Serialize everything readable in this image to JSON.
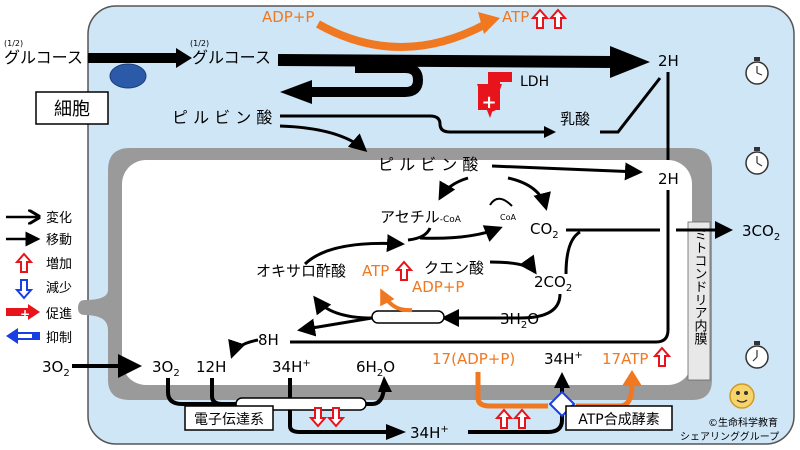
{
  "cell_label": "細胞",
  "mito_label": "ミトコンドリア内膜",
  "glucose_outside": "グルコース",
  "glucose_inside": "グルコース",
  "half": "(1/2)",
  "adp_p_top": "ADP+P",
  "atp_top": "ATP",
  "h2_top": "2H",
  "ldh": "LDH",
  "pyruvate_cyto": "ピ ル ビ ン 酸",
  "lactate": "乳酸",
  "pyruvate_mito": "ピ ル ビ ン 酸",
  "h2_mito": "2H",
  "acetyl": "アセチル",
  "coa_suffix": "-CoA",
  "coa": "CoA",
  "co2": "CO",
  "co2_sub": "2",
  "co2_out": "3CO",
  "co2_out_sub": "2",
  "citrate": "クエン酸",
  "oxaloacetate": "オキサロ酢酸",
  "atp_mid": "ATP",
  "adp_p_mid": "ADP+P",
  "co2_2": "2CO",
  "co2_2_sub": "2",
  "h2o_3": "3H",
  "h2o_3_sub": "2",
  "h2o_3_suffix": "O",
  "h8": "8H",
  "o2_out": "3O",
  "o2_out_sub": "2",
  "o2_in": "3O",
  "o2_in_sub": "2",
  "h12": "12H",
  "h34_left": "34H",
  "h34_sup": "+",
  "h2o_6": "6H",
  "h2o_6_sub": "2",
  "h2o_6_suffix": "O",
  "adp17": "17(ADP+P)",
  "h34_right": "34H",
  "atp17": "17ATP",
  "h34_bottom": "34H",
  "etc": "電子伝達系",
  "atp_synthase": "ATP合成酵素",
  "legend": {
    "change": "変化",
    "move": "移動",
    "increase": "増加",
    "decrease": "減少",
    "promote": "促進",
    "inhibit": "抑制"
  },
  "credit_1": "©生命科学教育",
  "credit_2": "シェアリンググループ",
  "colors": {
    "cytoplasm": "#cfe6f7",
    "membrane": "#9a9a9a",
    "orange": "#f07820",
    "red": "#e8141b",
    "blue": "#1a3fe0",
    "black": "#000000"
  }
}
